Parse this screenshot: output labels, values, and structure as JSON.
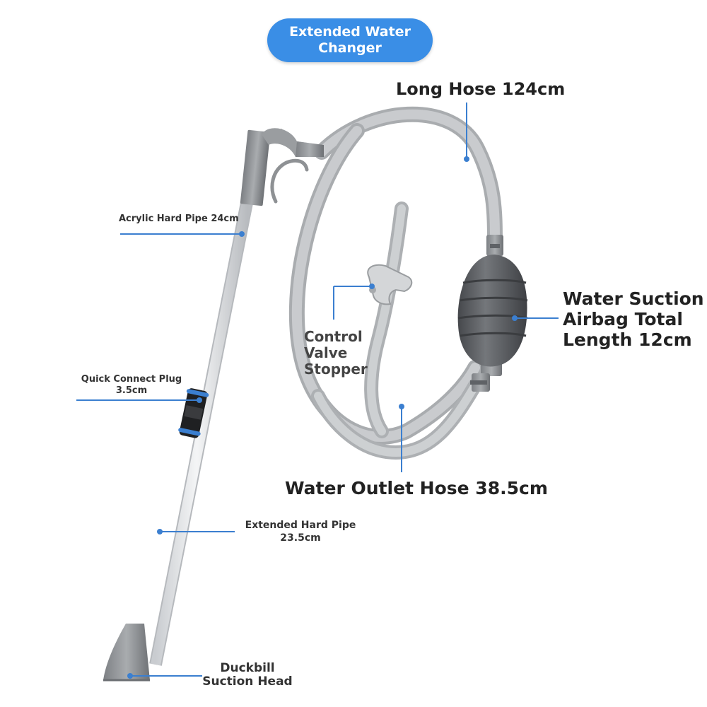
{
  "title": "Extended Water Changer",
  "labels": {
    "long_hose": "Long Hose 124cm",
    "acrylic_pipe": "Acrylic Hard Pipe 24cm",
    "quick_plug_line1": "Quick Connect Plug",
    "quick_plug_line2": "3.5cm",
    "extended_pipe_line1": "Extended Hard Pipe",
    "extended_pipe_line2": "23.5cm",
    "duckbill_line1": "Duckbill",
    "duckbill_line2": "Suction Head",
    "control_valve_line1": "Control",
    "control_valve_line2": "Valve",
    "control_valve_line3": "Stopper",
    "airbag_line1": "Water Suction",
    "airbag_line2": "Airbag Total",
    "airbag_line3": "Length 12cm",
    "outlet_hose": "Water Outlet Hose 38.5cm"
  },
  "colors": {
    "accent": "#3a8ee6",
    "leader_line": "#3b7fd0",
    "hose": "#b9bcbf",
    "bulb": "#5e6064",
    "connector": "#8b8e91"
  }
}
